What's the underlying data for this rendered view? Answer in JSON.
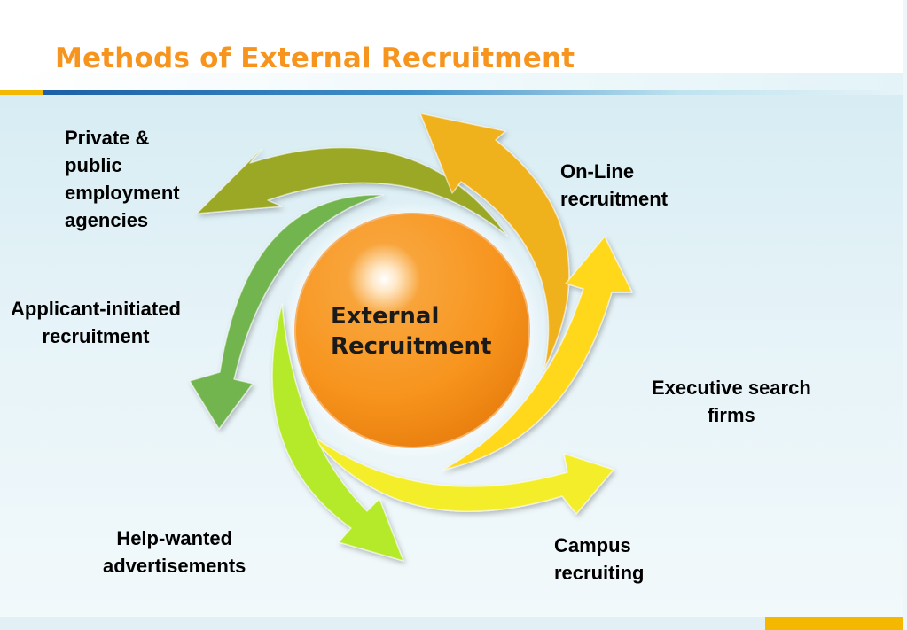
{
  "title": "Methods of External Recruitment",
  "center": {
    "label": "External\nRecruitment",
    "color": "#f7941d"
  },
  "methods": [
    {
      "label": "Private &\npublic\nemployment\nagencies",
      "color": "#9aa825"
    },
    {
      "label": "On-Line\nrecruitment",
      "color": "#f0b21e"
    },
    {
      "label": "Executive search\nfirms",
      "color": "#ffd81a"
    },
    {
      "label": "Campus\nrecruiting",
      "color": "#f4ee2b"
    },
    {
      "label": "Help-wanted\nadvertisements",
      "color": "#b4ea2a"
    },
    {
      "label": "Applicant-initiated\nrecruitment",
      "color": "#72b550"
    }
  ],
  "colors": {
    "title": "#f7941d",
    "accent": "#f5b800",
    "rule": "#1e5fa6"
  }
}
